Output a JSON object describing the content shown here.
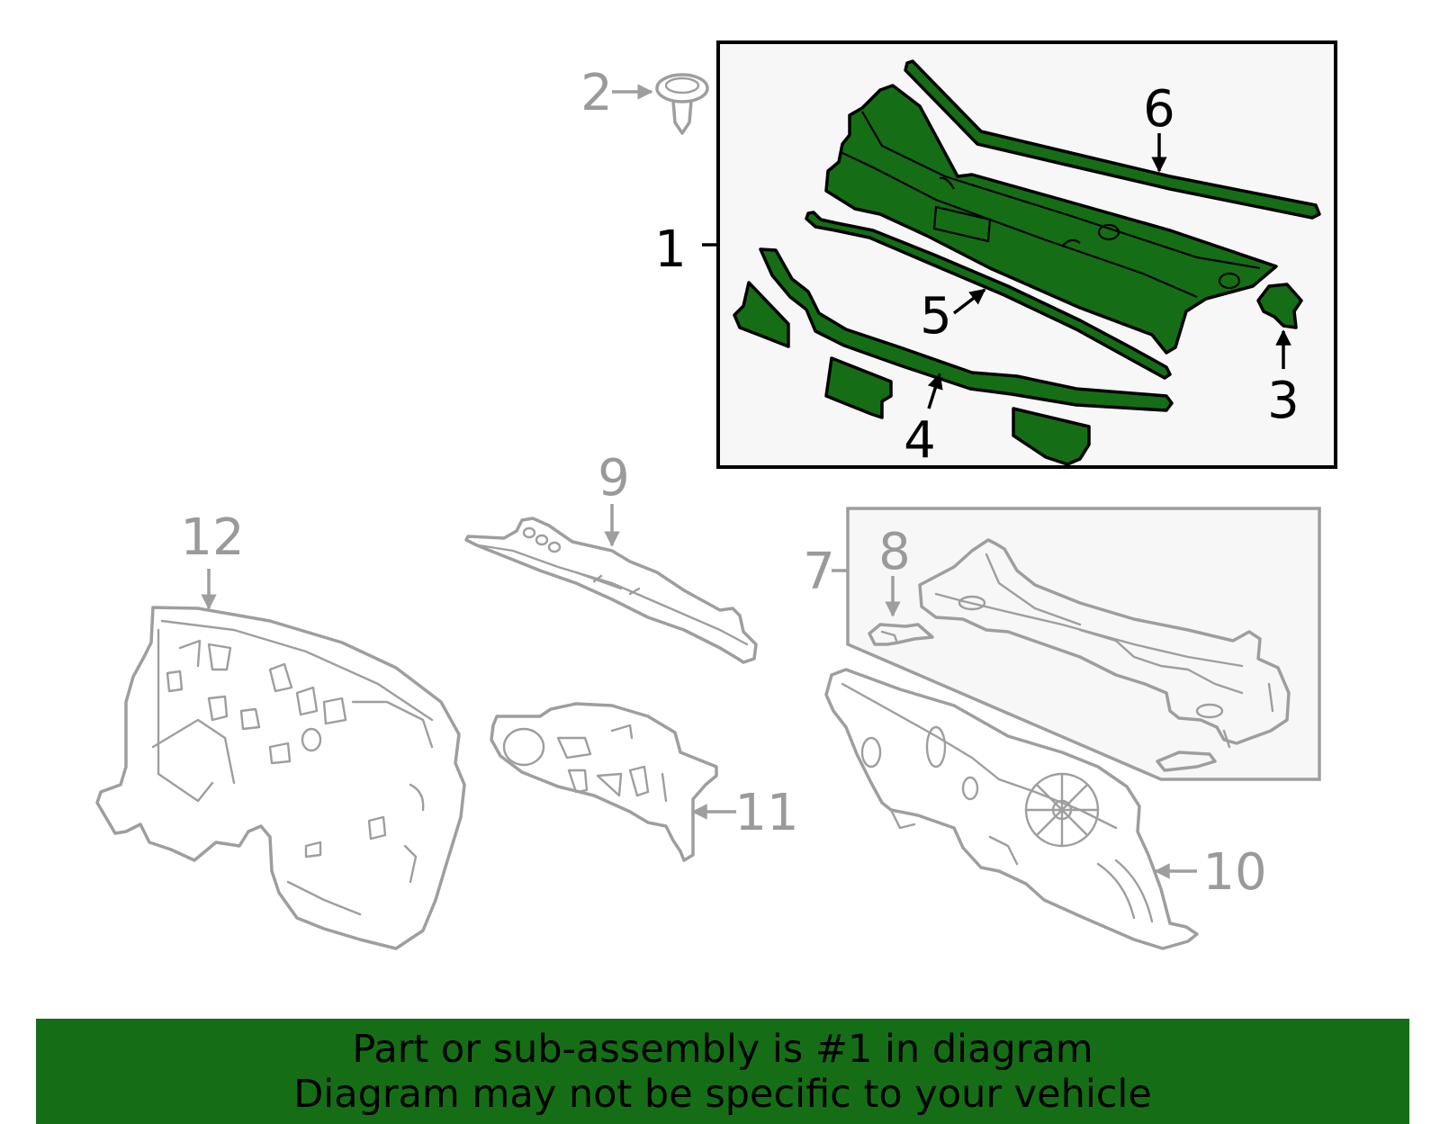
{
  "callouts": [
    {
      "id": "1",
      "text": "1",
      "highlighted": true
    },
    {
      "id": "2",
      "text": "2",
      "highlighted": false
    },
    {
      "id": "3",
      "text": "3",
      "highlighted": true
    },
    {
      "id": "4",
      "text": "4",
      "highlighted": true
    },
    {
      "id": "5",
      "text": "5",
      "highlighted": true
    },
    {
      "id": "6",
      "text": "6",
      "highlighted": true
    },
    {
      "id": "7",
      "text": "7",
      "highlighted": false
    },
    {
      "id": "8",
      "text": "8",
      "highlighted": false
    },
    {
      "id": "9",
      "text": "9",
      "highlighted": false
    },
    {
      "id": "10",
      "text": "10",
      "highlighted": false
    },
    {
      "id": "11",
      "text": "11",
      "highlighted": false
    },
    {
      "id": "12",
      "text": "12",
      "highlighted": false
    }
  ],
  "banner": {
    "line1": "Part or sub-assembly is #1 in diagram",
    "line2": "Diagram may not be specific to your vehicle"
  },
  "colors": {
    "highlight": "#156e15",
    "outline_dark": "#000000",
    "outline_gray": "#9e9e9e",
    "box_fill": "#f7f7f7"
  }
}
